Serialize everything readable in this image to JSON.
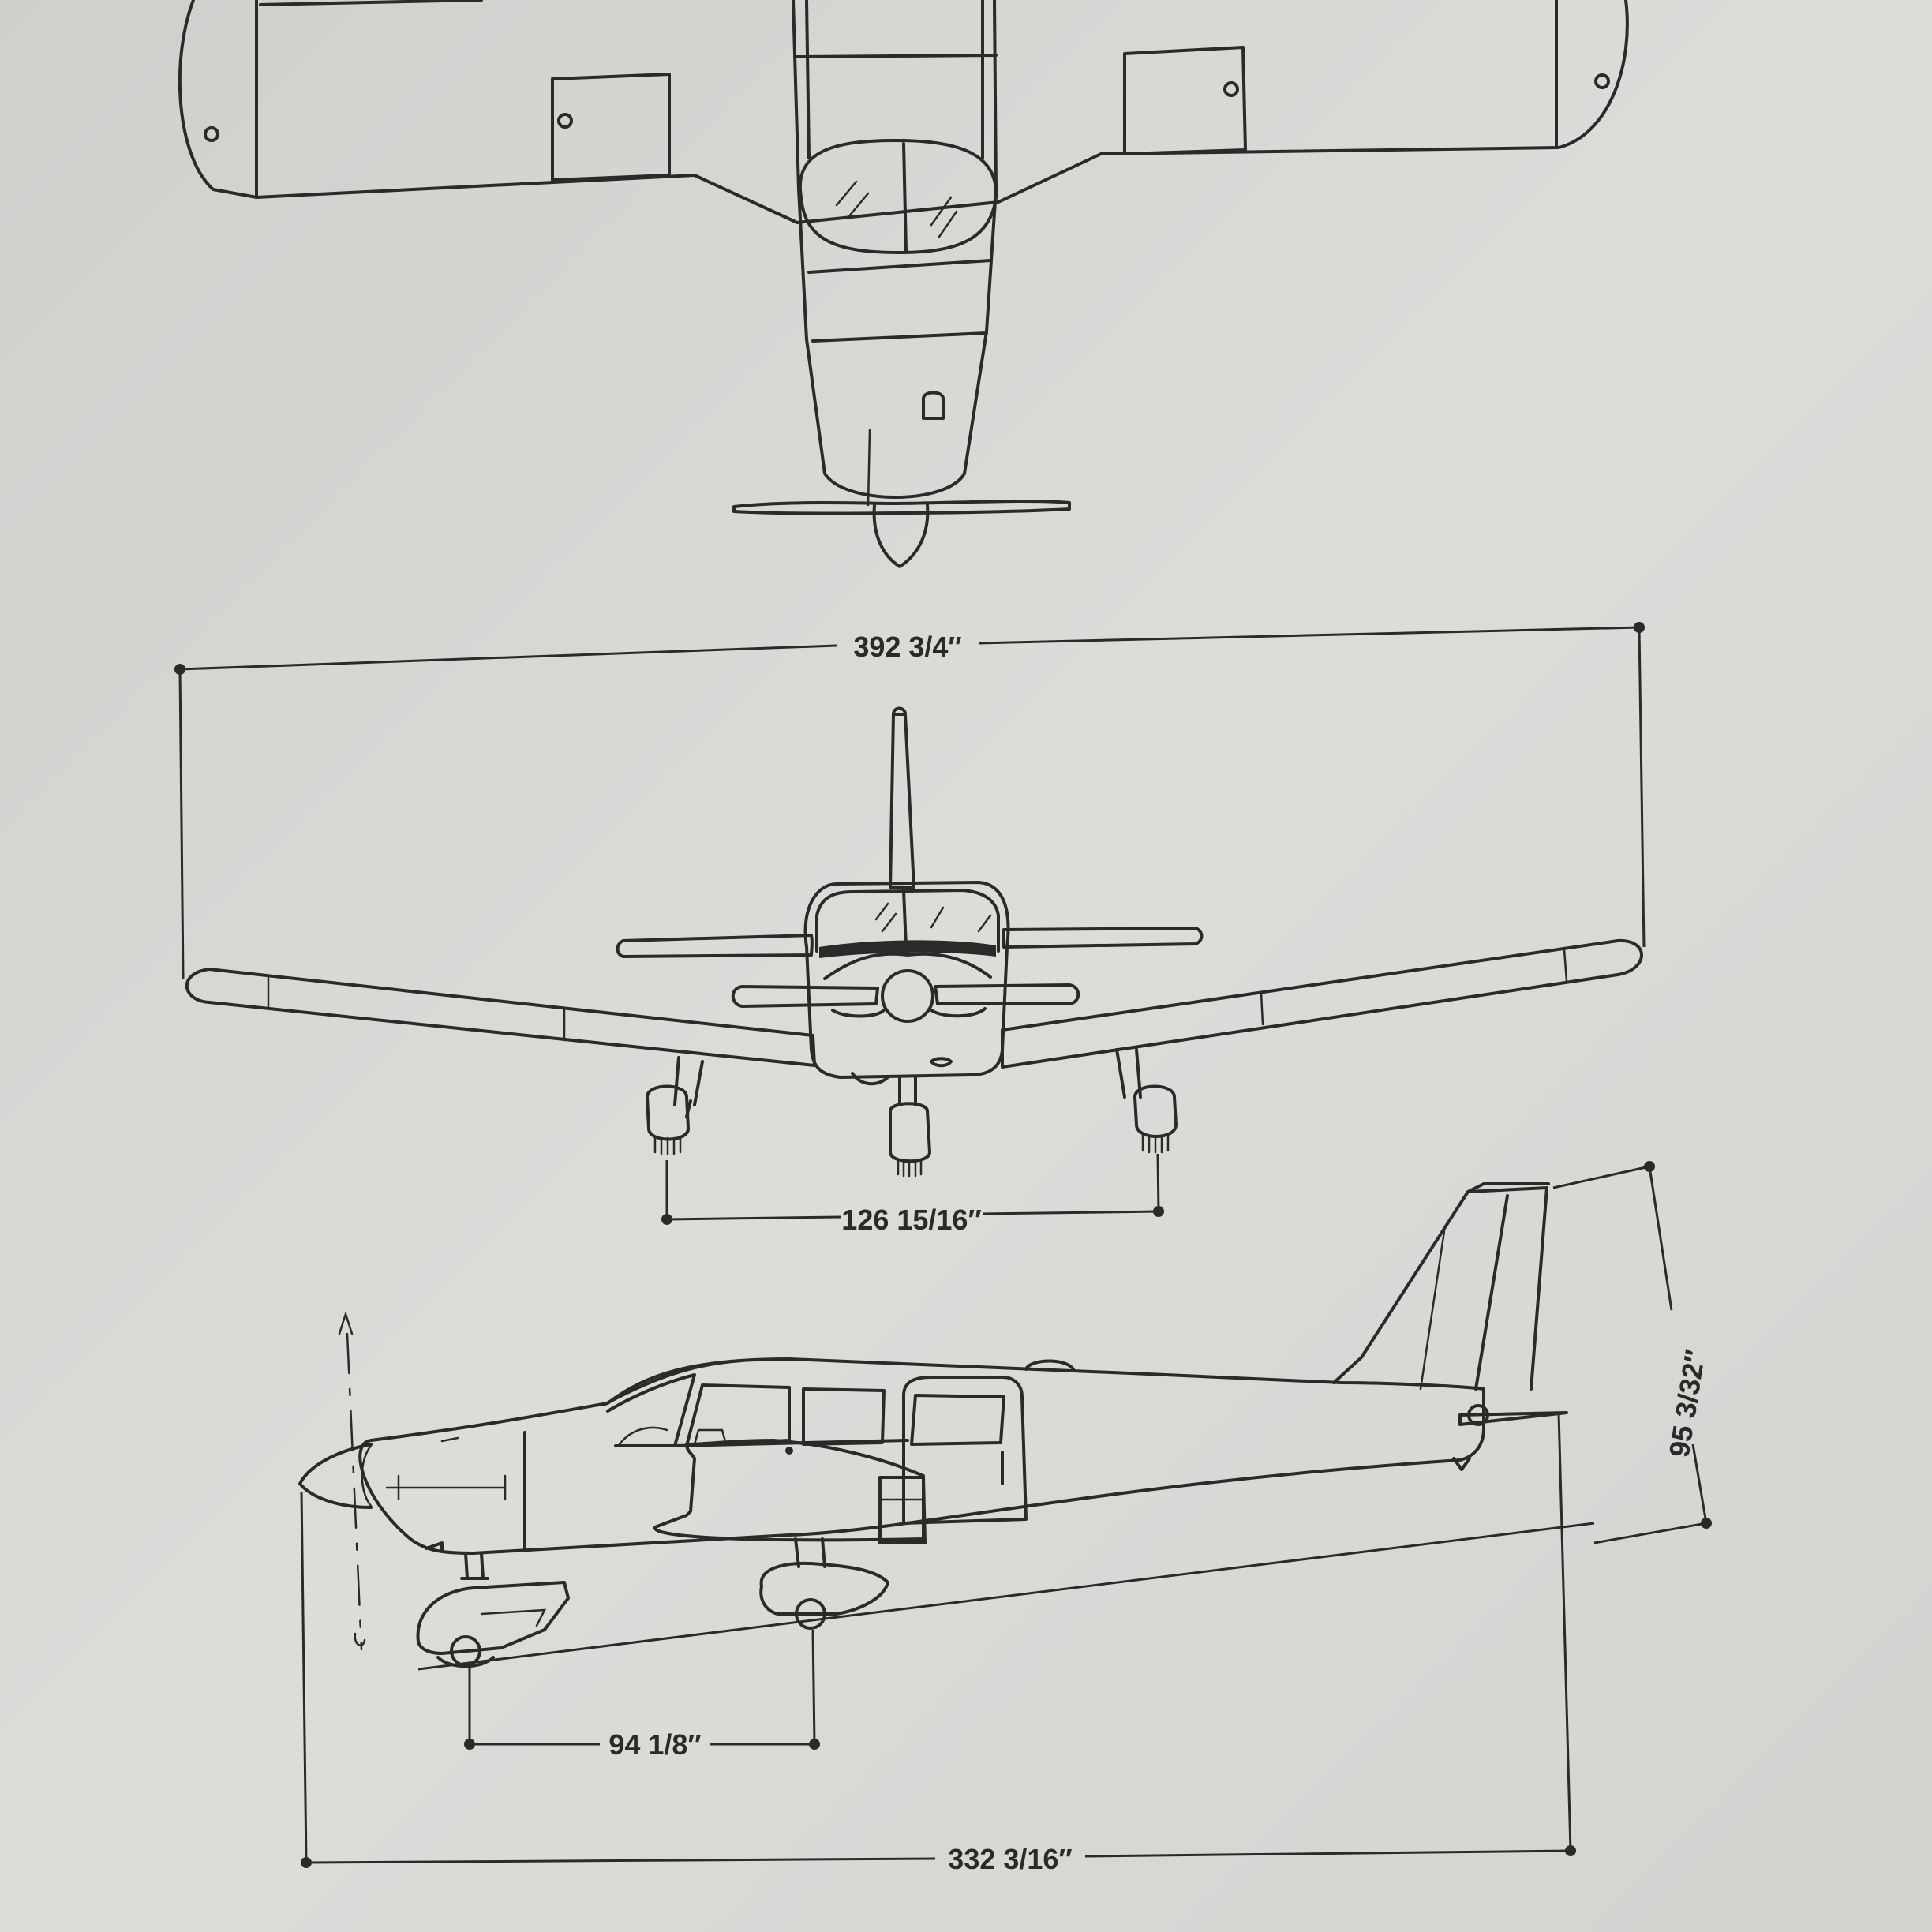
{
  "dimensions": {
    "wingspan": "392 3/4″",
    "main_gear_track": "126 15/16″",
    "tail_height": "95 3/32″",
    "wheelbase": "94 1/8″",
    "overall_length": "332 3/16″"
  },
  "colors": {
    "paper": "#d9d9d6",
    "ink": "#2b2a28"
  }
}
